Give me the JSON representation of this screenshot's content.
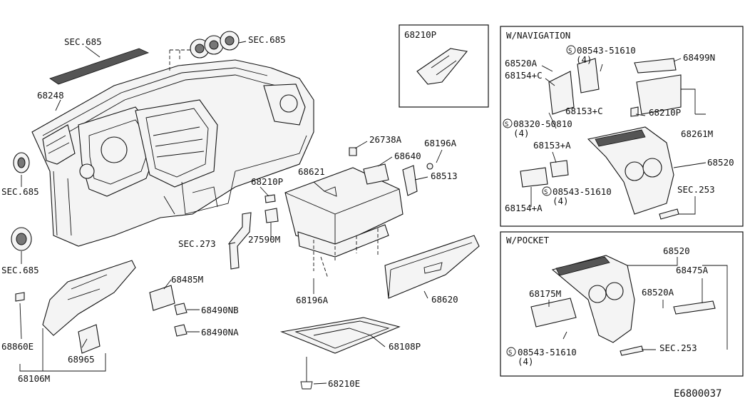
{
  "diagram_code": "E6800037",
  "boxes": {
    "clip": {
      "title": "68210P"
    },
    "navigation": {
      "title": "W/NAVIGATION"
    },
    "pocket": {
      "title": "W/POCKET"
    }
  },
  "labels": {
    "sec685_top": "SEC.685",
    "sec685_right": "SEC.685",
    "sec685_left_upper": "SEC.685",
    "sec685_left_lower": "SEC.685",
    "p68248": "68248",
    "p26738a": "26738A",
    "p68196a_top": "68196A",
    "p68640": "68640",
    "p68621": "68621",
    "p68513": "68513",
    "p68210p_main": "68210P",
    "sec273": "SEC.273",
    "p27590m": "27590M",
    "p68196a_bottom": "68196A",
    "p68620": "68620",
    "p68485m": "68485M",
    "p68490nb": "68490NB",
    "p68490na": "68490NA",
    "p68860e": "68860E",
    "p68965": "68965",
    "p68106m": "68106M",
    "p68108p": "68108P",
    "p68210e": "68210E",
    "nav_68520a": "68520A",
    "nav_08543_top": "08543-51610",
    "nav_08543_top_qty": "(4)",
    "nav_68499n": "68499N",
    "nav_68154c": "68154+C",
    "nav_68153c": "68153+C",
    "nav_68210p": "68210P",
    "nav_08320": "08320-50810",
    "nav_08320_qty": "(4)",
    "nav_68261m": "68261M",
    "nav_68153a": "68153+A",
    "nav_68520": "68520",
    "nav_08543_mid": "08543-51610",
    "nav_08543_mid_qty": "(4)",
    "nav_sec253": "SEC.253",
    "nav_68154a": "68154+A",
    "pk_68520": "68520",
    "pk_68475a": "68475A",
    "pk_68175m": "68175M",
    "pk_68520a": "68520A",
    "pk_08543": "08543-51610",
    "pk_08543_qty": "(4)",
    "pk_sec253": "SEC.253",
    "screw_symbol": "S"
  }
}
